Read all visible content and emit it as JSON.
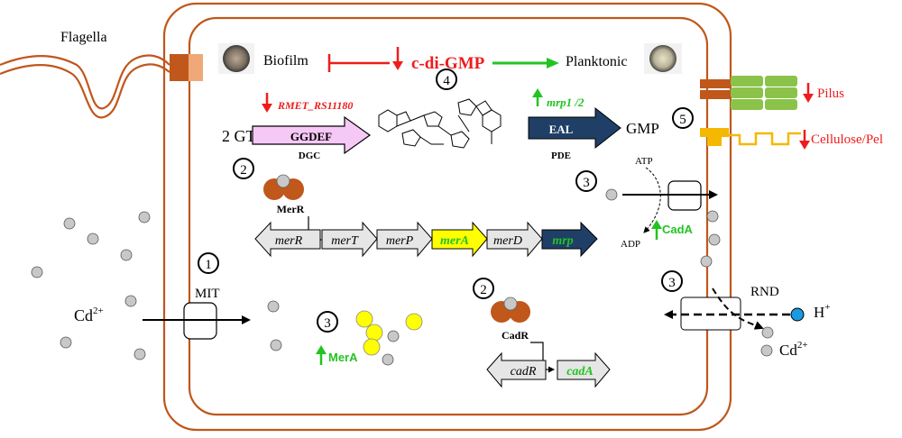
{
  "labels": {
    "flagella": "Flagella",
    "biofilm": "Biofilm",
    "c_di_gmp": "c-di-GMP",
    "planktonic": "Planktonic",
    "pilus": "Pilus",
    "cellulose_pel": "Cellulose/Pel",
    "gene_rmet": "RMET_RS11180",
    "gene_mrp12": "mrp1 /2",
    "two_gtp": "2 GTP",
    "ggdef": "GGDEF",
    "dgc": "DGC",
    "eal": "EAL",
    "pde": "PDE",
    "gmp": "GMP",
    "merr": "MerR",
    "atp": "ATP",
    "adp": "ADP",
    "cada_protein": "CadA",
    "mit": "MIT",
    "rnd": "RND",
    "mera_protein": "MerA",
    "cadr_protein": "CadR",
    "cd_base": "Cd",
    "cd_sup": "2+",
    "h_base": "H",
    "h_sup": "+"
  },
  "operon_mer": [
    "merR",
    "merT",
    "merP",
    "merA",
    "merD",
    "mrp"
  ],
  "operon_cad": [
    "cadR",
    "cadA"
  ],
  "steps": [
    "1",
    "2",
    "2",
    "3",
    "3",
    "3",
    "4",
    "5"
  ],
  "colors": {
    "membrane": "#c0571b",
    "red": "#ee1c1c",
    "green": "#22c322",
    "ggdef_fill": "#f6c8f6",
    "eal_fill": "#1f3f66",
    "mrp_fill": "#1f3f66",
    "mera_fill": "#ffff00",
    "ion_fill": "#c8c8c8",
    "proton_fill": "#1a9be0",
    "protein_brown": "#c0571b",
    "pilus_green": "#8bc34a",
    "cellulose_yellow": "#f5b800"
  }
}
